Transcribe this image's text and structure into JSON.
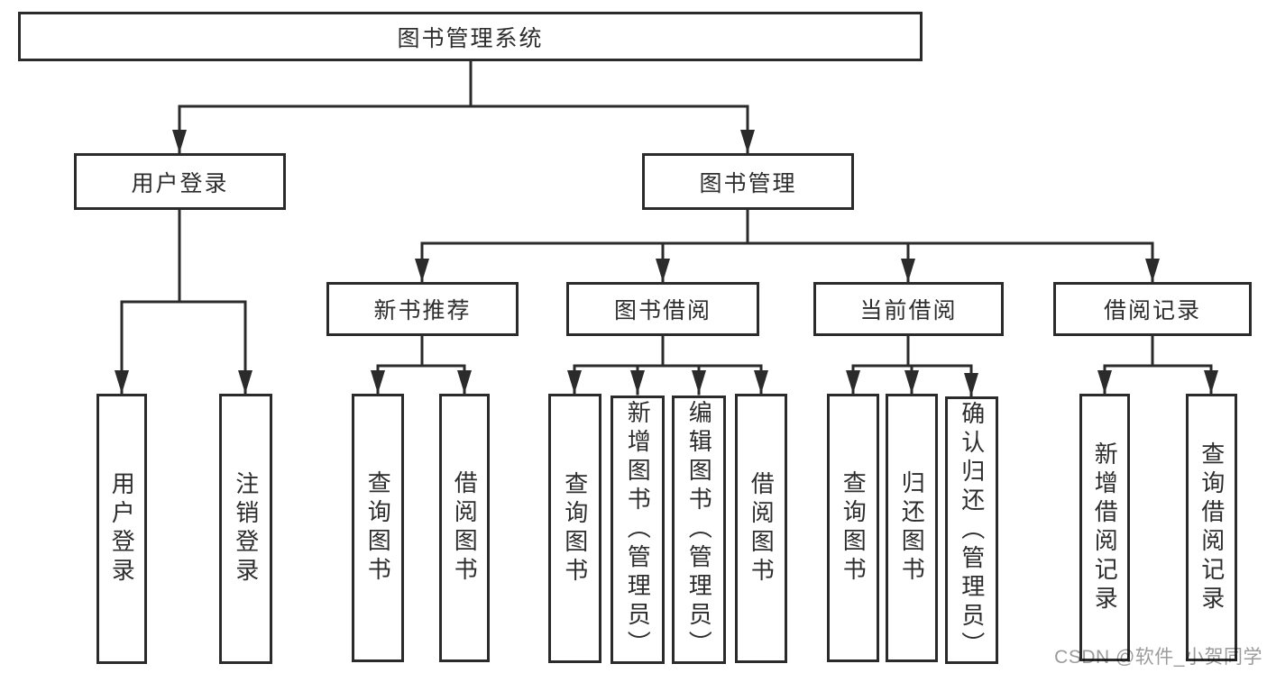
{
  "diagram": {
    "type": "hierarchy-tree",
    "root": {
      "label": "图书管理系统",
      "children": [
        {
          "label": "用户登录",
          "children": [
            {
              "label": "用户登录"
            },
            {
              "label": "注销登录"
            }
          ]
        },
        {
          "label": "图书管理",
          "children": [
            {
              "label": "新书推荐",
              "children": [
                {
                  "label": "查询图书"
                },
                {
                  "label": "借阅图书"
                }
              ]
            },
            {
              "label": "图书借阅",
              "children": [
                {
                  "label": "查询图书"
                },
                {
                  "label": "新增图书（管理员）"
                },
                {
                  "label": "编辑图书（管理员）"
                },
                {
                  "label": "借阅图书"
                }
              ]
            },
            {
              "label": "当前借阅",
              "children": [
                {
                  "label": "查询图书"
                },
                {
                  "label": "归还图书"
                },
                {
                  "label": "确认归还（管理员）"
                }
              ]
            },
            {
              "label": "借阅记录",
              "children": [
                {
                  "label": "新增借阅记录"
                },
                {
                  "label": "查询借阅记录"
                }
              ]
            }
          ]
        }
      ]
    }
  },
  "watermark": {
    "text": "CSDN @软件_小贺同学"
  },
  "colors": {
    "background": "#ffffff",
    "line": "#2b2b2b",
    "box_border": "#2b2b2b",
    "box_fill": "#ffffff",
    "text": "#2d2d2d",
    "watermark": "#9b9b9b"
  }
}
